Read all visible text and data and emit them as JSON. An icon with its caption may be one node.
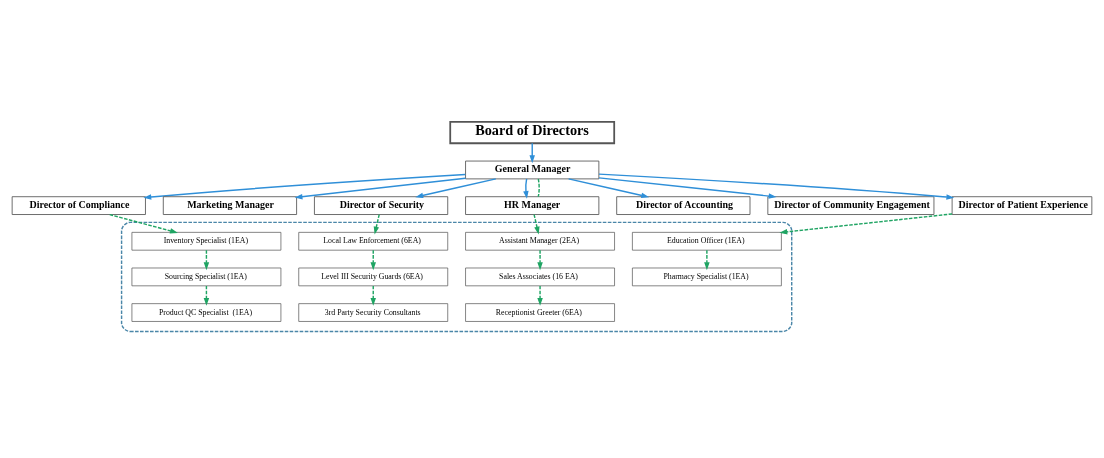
{
  "diagram": {
    "nodes": [
      {
        "text": [
          "Board of Directors"
        ]
      },
      {
        "text": [
          "General Manager"
        ]
      },
      {
        "text": [
          "Director of Community Engagement"
        ]
      },
      {
        "text": [
          "Director of Compliance"
        ]
      },
      {
        "text": [
          "Director of Security"
        ]
      },
      {
        "text": [
          "Director of Accounting"
        ]
      },
      {
        "text": [
          "Director of Patient Experience"
        ]
      },
      {
        "text": [
          "Marketing Manager"
        ]
      },
      {
        "text": [
          "HR Manager"
        ]
      },
      {
        "text": [],
        "shape": "box"
      },
      {
        "text": [
          "Inventory Specialist (1EA)"
        ],
        "in": 9
      },
      {
        "text": [
          "Local Law Enforcement (6EA)"
        ],
        "in": 9
      },
      {
        "text": [
          "Assistant Manager (2EA)"
        ],
        "in": 9
      },
      {
        "text": [
          "Education Officer (1EA)"
        ],
        "in": 9
      },
      {
        "text": [
          "Sourcing Specialist (1EA)"
        ],
        "in": 9
      },
      {
        "text": [
          "Level III Security Guards (6EA)"
        ],
        "in": 9
      },
      {
        "text": [
          "Sales Associates (16 EA)"
        ],
        "in": 9
      },
      {
        "text": [
          "Pharmacy Specialist (1EA)"
        ],
        "in": 9
      },
      {
        "text": [
          "Product QC Specialist  (1EA)"
        ],
        "in": 9
      },
      {
        "text": [
          "3rd Party Security Consultants"
        ],
        "in": 9
      },
      {
        "text": [
          "Receptionist Greeter (6EA)"
        ],
        "in": 9
      }
    ],
    "edges": [
      {
        "from": 0,
        "to": 1,
        "arrow": "to",
        "color": "#2f8fd8"
      },
      {
        "from": 1,
        "to": 3,
        "arrow": "to",
        "color": "#2f8fd8"
      },
      {
        "from": 1,
        "to": 7,
        "arrow": "to",
        "color": "#2f8fd8"
      },
      {
        "from": 1,
        "to": 4,
        "arrow": "to",
        "color": "#2f8fd8"
      },
      {
        "from": 1,
        "to": 8,
        "arrow": "to",
        "color": "#2f8fd8"
      },
      {
        "from": 1,
        "to": 5,
        "arrow": "to",
        "color": "#2f8fd8"
      },
      {
        "from": 1,
        "to": 2,
        "arrow": "to",
        "color": "#2f8fd8"
      },
      {
        "from": 1,
        "to": 6,
        "arrow": "to",
        "color": "#2f8fd8"
      },
      {
        "from": 1,
        "to": 8,
        "arrow": "none",
        "style": "dashed",
        "color": "#1fa463"
      },
      {
        "from": 8,
        "to": 12,
        "arrow": "to",
        "style": "dashed",
        "color": "#1fa463"
      },
      {
        "from": 3,
        "to": 10,
        "arrow": "to",
        "style": "dashed",
        "color": "#1fa463"
      },
      {
        "from": 10,
        "to": 14,
        "arrow": "to",
        "style": "dashed",
        "color": "#1fa463"
      },
      {
        "from": 14,
        "to": 18,
        "arrow": "to",
        "style": "dashed",
        "color": "#1fa463"
      },
      {
        "from": 4,
        "to": 11,
        "arrow": "to",
        "style": "dashed",
        "color": "#1fa463"
      },
      {
        "from": 11,
        "to": 15,
        "arrow": "to",
        "style": "dashed",
        "color": "#1fa463"
      },
      {
        "from": 15,
        "to": 19,
        "arrow": "to",
        "style": "dashed",
        "color": "#1fa463"
      },
      {
        "from": 12,
        "to": 16,
        "arrow": "to",
        "style": "dashed",
        "color": "#1fa463"
      },
      {
        "from": 16,
        "to": 20,
        "arrow": "to",
        "style": "dashed",
        "color": "#1fa463"
      },
      {
        "from": 6,
        "to": 13,
        "arrow": "to",
        "style": "dashed",
        "color": "#1fa463"
      },
      {
        "from": 13,
        "to": 17,
        "arrow": "to",
        "style": "dashed",
        "color": "#1fa463"
      }
    ]
  }
}
